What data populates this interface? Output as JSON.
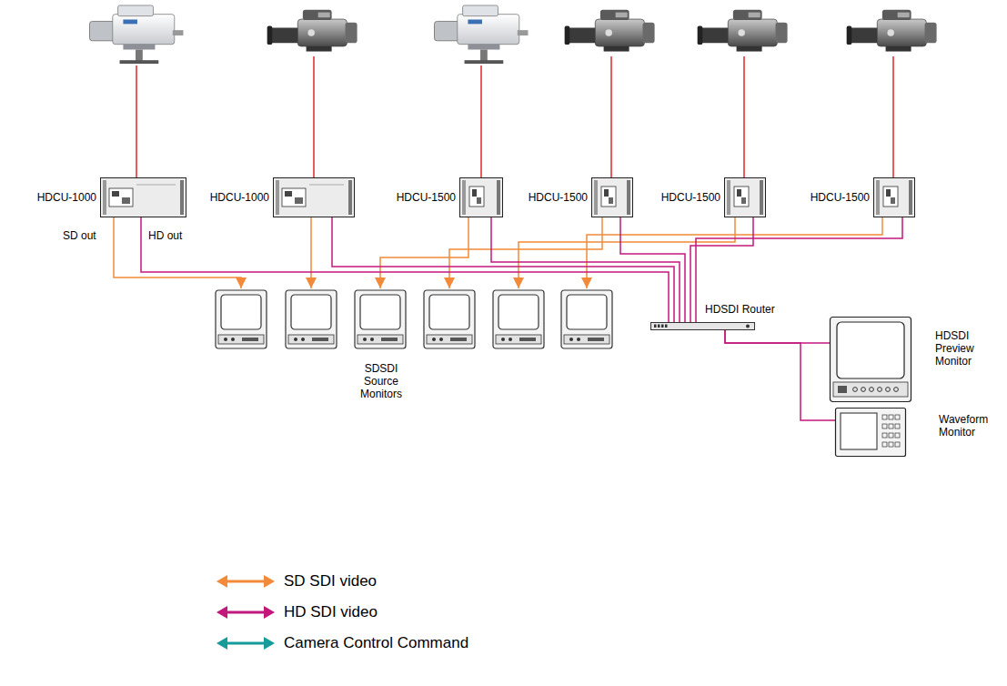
{
  "diagram": {
    "nodes": [
      {
        "text": [
          "HDCU-1000"
        ]
      },
      {
        "text": [
          "HDCU-1000"
        ]
      },
      {
        "text": [
          "HDCU-1500"
        ]
      },
      {
        "text": [
          "HDCU-1500"
        ]
      },
      {
        "text": [
          "HDCU-1500"
        ]
      },
      {
        "text": [
          "HDCU-1500"
        ]
      },
      {
        "text": [
          "HDSDI Router"
        ]
      },
      {
        "text": [
          "HDSDI Preview Monitor"
        ]
      },
      {
        "text": [
          "Waveform Monitor"
        ]
      }
    ],
    "edges": [
      {
        "from": 0,
        "to": 6,
        "arrow": "none"
      },
      {
        "from": 1,
        "to": 6,
        "arrow": "none"
      },
      {
        "from": 2,
        "to": 6,
        "arrow": "none"
      },
      {
        "from": 3,
        "to": 6,
        "arrow": "none"
      },
      {
        "from": 4,
        "to": 6,
        "arrow": "none"
      },
      {
        "from": 5,
        "to": 6,
        "arrow": "none"
      },
      {
        "from": 6,
        "to": 7,
        "arrow": "none"
      },
      {
        "from": 6,
        "to": 8,
        "arrow": "none"
      }
    ],
    "labels": [
      "SD out",
      "HD out",
      "SDSDI Source Monitors"
    ],
    "legend": [
      {
        "text": "SD SDI video",
        "color": "#f28a3a"
      },
      {
        "text": "HD SDI video",
        "color": "#c2187c"
      },
      {
        "text": "Camera Control Command",
        "color": "#169a9a"
      }
    ]
  }
}
